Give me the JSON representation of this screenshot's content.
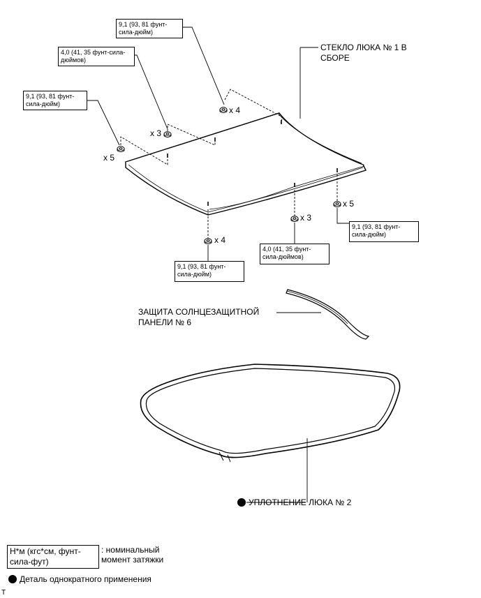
{
  "parts": {
    "glass": "СТЕКЛО ЛЮКА № 1 В СБОРЕ",
    "sunshade_protector": "ЗАЩИТА СОЛНЦЕЗАЩИТНОЙ ПАНЕЛИ № 6",
    "weatherstrip": "УПЛОТНЕНИЕ ЛЮКА № 2"
  },
  "torque": {
    "t91": "9,1 (93, 81 фунт-сила-дюйм)",
    "t40": "4,0 (41, 35 фунт-сила-дюймов)"
  },
  "qty": {
    "x3": "x 3",
    "x4": "x 4",
    "x5": "x 5"
  },
  "legend": {
    "torque_unit": "Н*м (кгс*см, фунт-сила-фут)",
    "torque_desc": ": номинальный момент затяжки",
    "single_use": "Деталь однократного применения"
  },
  "footer": {
    "mark": "T"
  },
  "colors": {
    "line": "#000000",
    "background": "#ffffff"
  }
}
